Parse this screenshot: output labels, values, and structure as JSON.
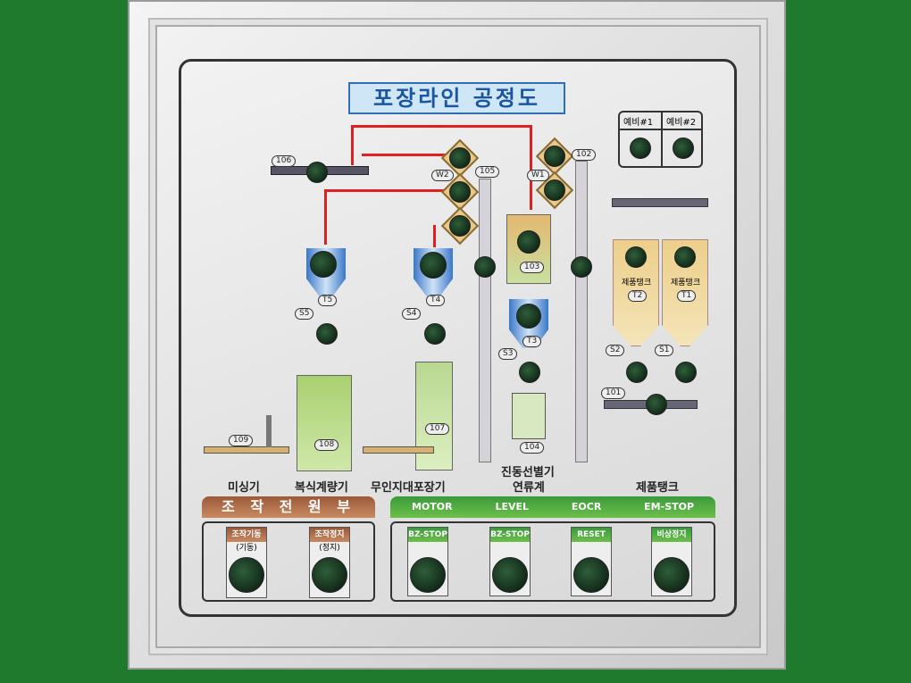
{
  "title": "포장라인 공정도",
  "spare": [
    "예비#1",
    "예비#2"
  ],
  "tags": {
    "t106": "106",
    "w2": "W2",
    "t105": "105",
    "w1": "W1",
    "t102": "102",
    "t5": "T5",
    "s5": "S5",
    "t4": "T4",
    "s4": "S4",
    "t103": "103",
    "t3": "T3",
    "s3": "S3",
    "t104": "104",
    "t2": "T2",
    "t1": "T1",
    "s2": "S2",
    "s1": "S1",
    "t101": "101",
    "t109": "109",
    "t108": "108",
    "t107": "107",
    "product_tank_1": "제품탱크",
    "product_tank_2": "제품탱크"
  },
  "equipment_labels": {
    "sewing": "미싱기",
    "dual_weigher": "복식계량기",
    "bagger": "무인지대포장기",
    "sieve": "진동선별기",
    "sieve2": "연류계",
    "product_tank": "제품탱크"
  },
  "control_power": {
    "header": "조 작 전 원 부",
    "buttons": [
      {
        "plate": "조작기동",
        "sub": "(기동)"
      },
      {
        "plate": "조작정지",
        "sub": "(정지)"
      }
    ]
  },
  "status": {
    "headers": [
      "MOTOR",
      "LEVEL",
      "EOCR",
      "EM-STOP"
    ],
    "buttons": [
      "BZ-STOP",
      "BZ-STOP",
      "RESET",
      "비상정지"
    ]
  },
  "colors": {
    "pipe": "#e02020",
    "green_header": "#4aa83a",
    "brown_header": "#a8653f"
  }
}
